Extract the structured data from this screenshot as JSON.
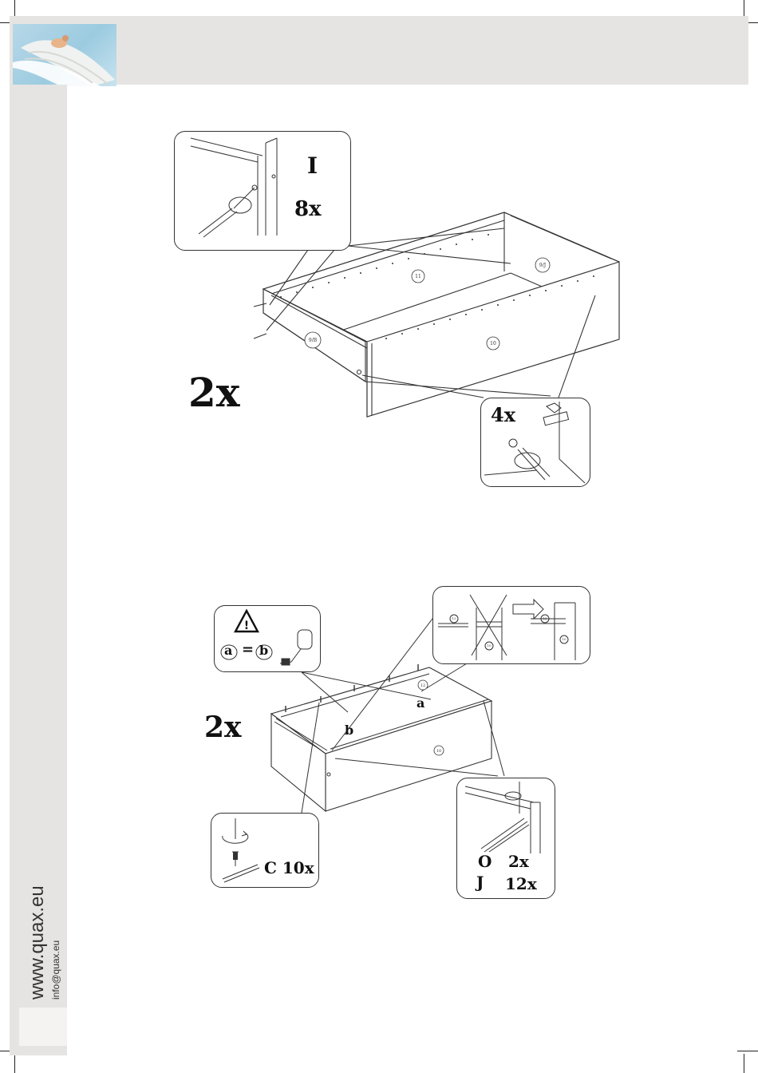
{
  "sidebar": {
    "website": "www.quax.eu",
    "email": "info@quax.eu"
  },
  "step1": {
    "multiplier": "2x",
    "parts": [
      "11",
      "9/J",
      "9/B",
      "10"
    ],
    "callout_top": {
      "letter": "I",
      "qty": "8x"
    },
    "callout_bottom": {
      "qty": "4x"
    }
  },
  "step2": {
    "multiplier": "2x",
    "marks": [
      "a",
      "b"
    ],
    "parts": [
      "10",
      "12"
    ],
    "measure": {
      "a": "a",
      "eq": "=",
      "b": "b"
    },
    "detail_parts": [
      "12",
      "10",
      "12",
      "10"
    ],
    "callout_screw": {
      "text": "C 10x"
    },
    "callout_runner": {
      "row1_letter": "O",
      "row1_qty": "2x",
      "row2_letter": "J",
      "row2_qty": "12x"
    }
  },
  "colors": {
    "line": "#333333",
    "band": "#e6e4e2"
  }
}
